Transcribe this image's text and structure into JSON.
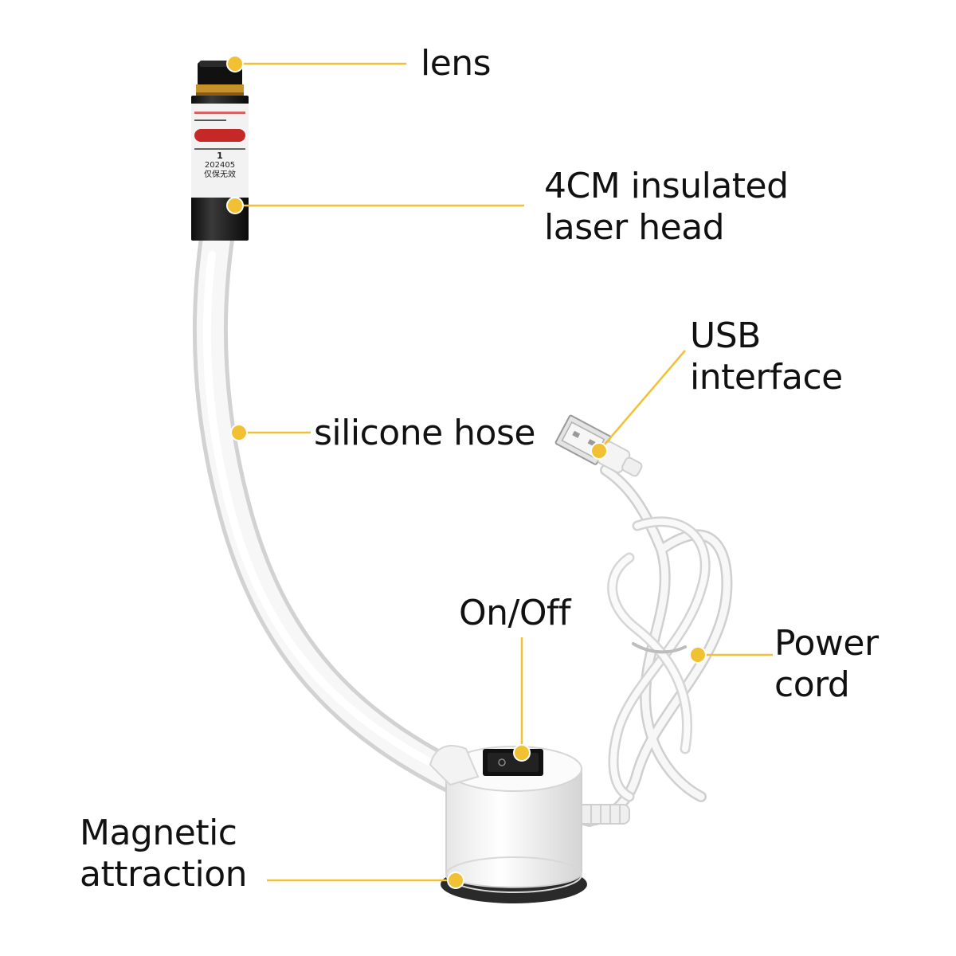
{
  "colors": {
    "callout": "#f2c033",
    "text": "#111111",
    "hose": "#f4f4f4",
    "hose_shade": "#d9d9d9",
    "laser_head": "#1a1a1a",
    "lens_ring": "#c8922a"
  },
  "laser_head_label": {
    "line1": "1",
    "line2": "202405",
    "line3": "仅保无效"
  },
  "labels": {
    "lens": "lens",
    "laser_head": [
      "4CM insulated",
      "laser head"
    ],
    "silicone_hose": "silicone hose",
    "usb_interface": [
      "USB",
      "interface"
    ],
    "on_off": "On/Off",
    "power_cord": [
      "Power",
      "cord"
    ],
    "magnetic": [
      "Magnetic",
      "attraction"
    ]
  }
}
